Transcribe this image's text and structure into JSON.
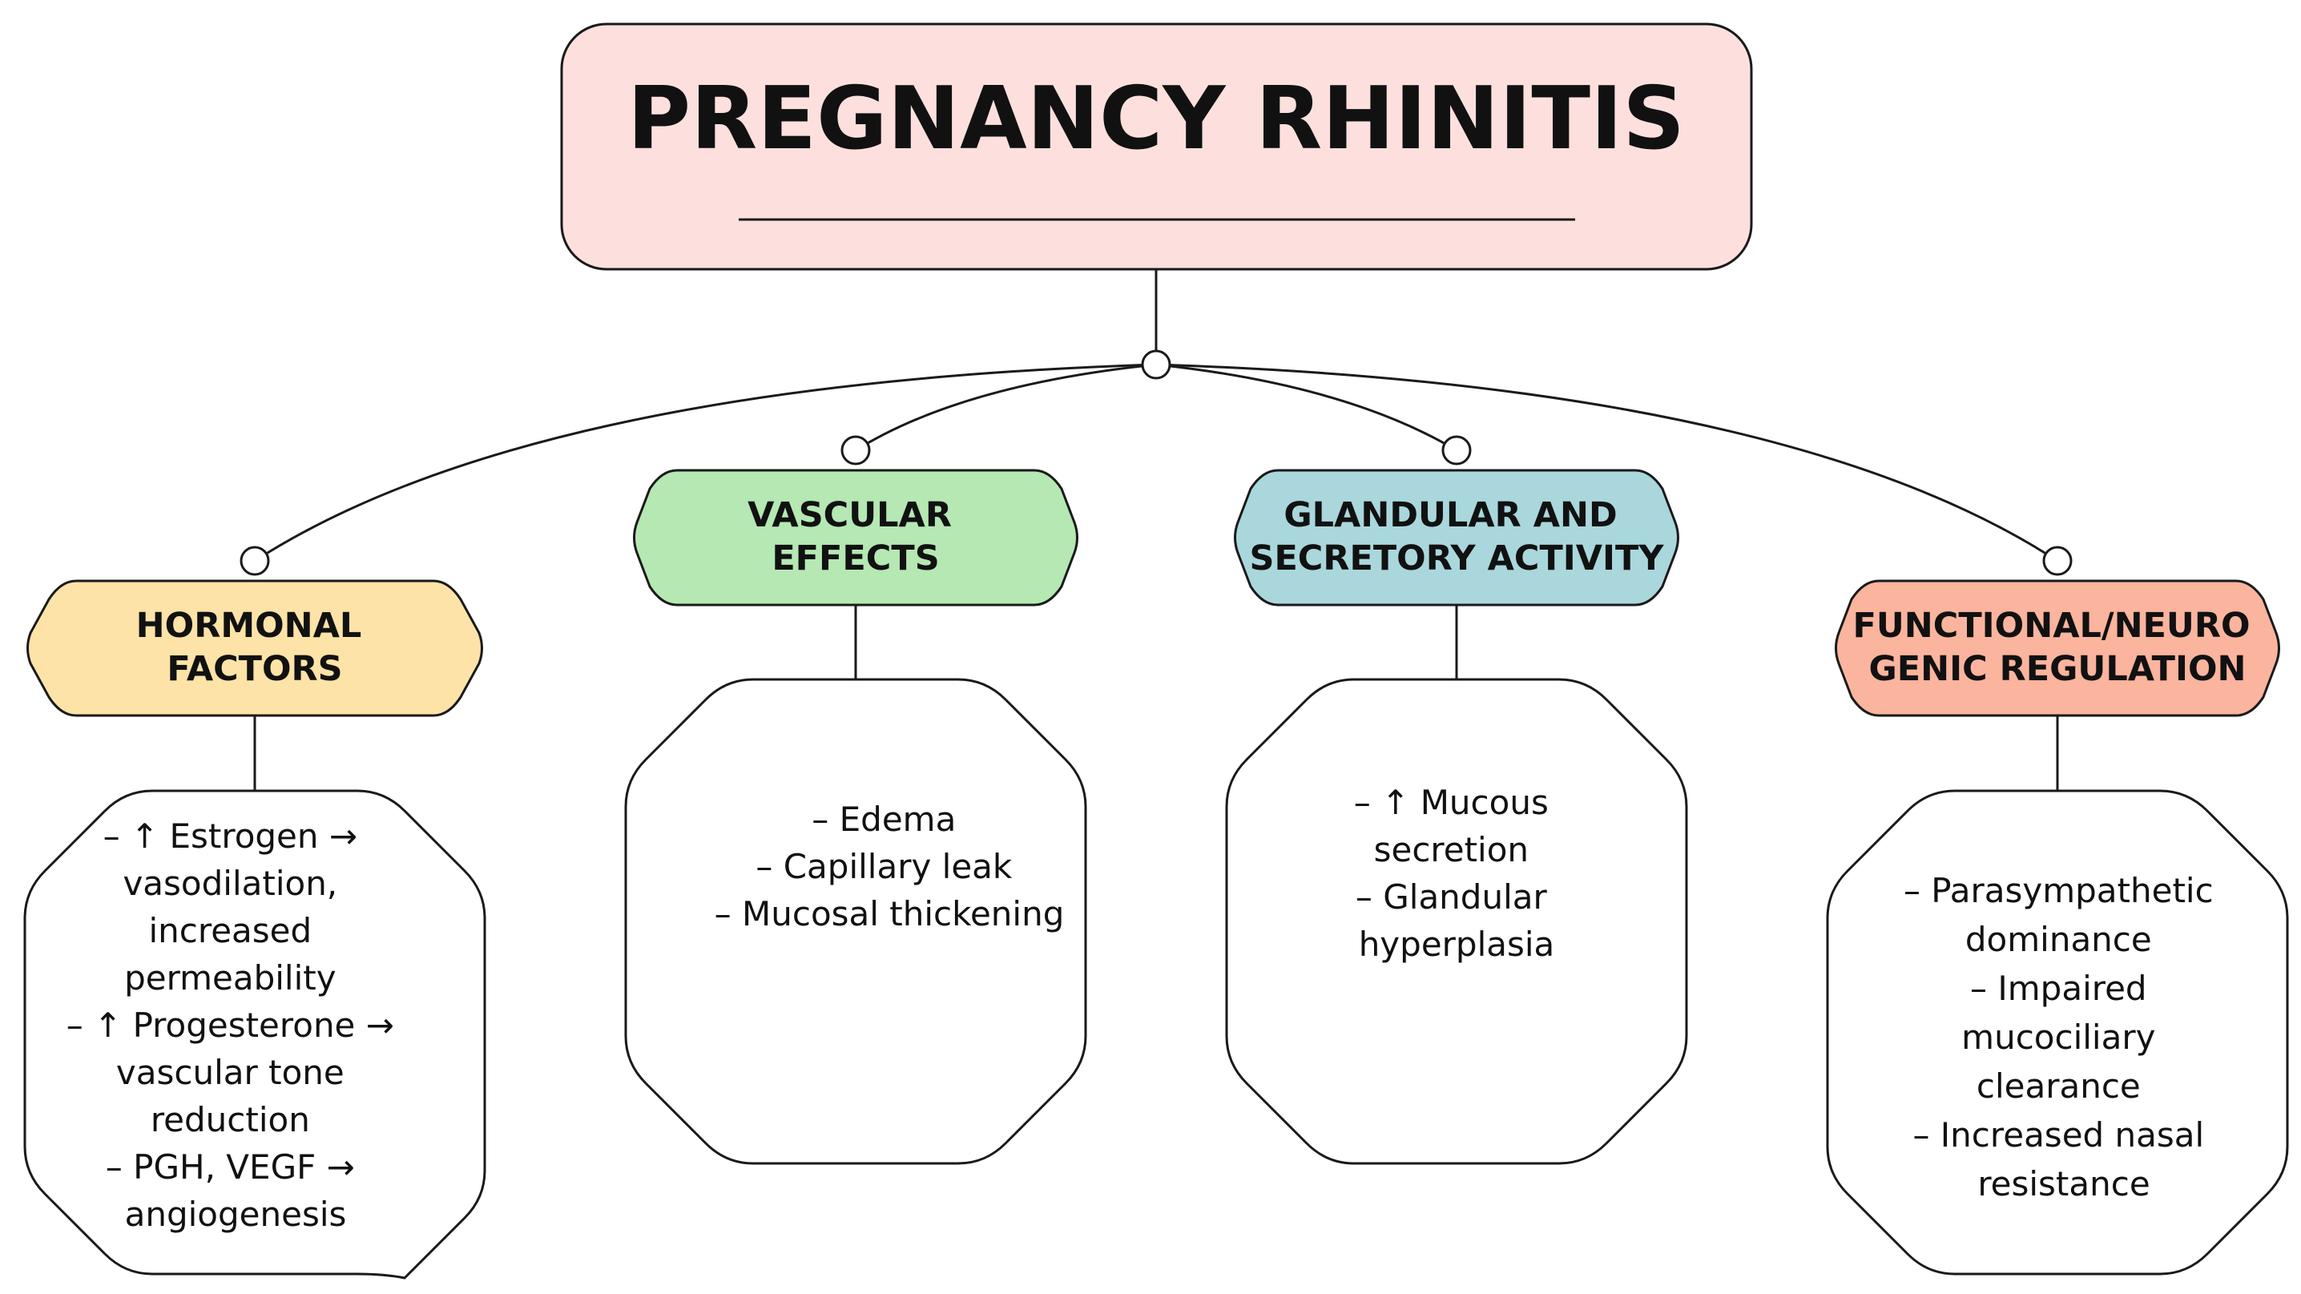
{
  "title": "PREGNANCY RHINITIS",
  "colors": {
    "title_fill": "#fde0de",
    "hormonal_fill": "#fde3a7",
    "vascular_fill": "#b5e8b3",
    "glandular_fill": "#a9d7dc",
    "functional_fill": "#fbb49e",
    "detail_fill": "#ffffff",
    "stroke": "#1a1a1a"
  },
  "categories": [
    {
      "id": "hormonal",
      "label_lines": [
        "HORMONAL",
        "FACTORS"
      ],
      "details": [
        "– ↑ Estrogen →",
        "vasodilation,",
        "increased",
        "permeability",
        "– ↑ Progesterone →",
        "vascular tone",
        "reduction",
        "– PGH, VEGF →",
        "angiogenesis"
      ]
    },
    {
      "id": "vascular",
      "label_lines": [
        "VASCULAR",
        "EFFECTS"
      ],
      "details": [
        "– Edema",
        "– Capillary leak",
        "– Mucosal thickening"
      ]
    },
    {
      "id": "glandular",
      "label_lines": [
        "GLANDULAR AND",
        "SECRETORY ACTIVITY"
      ],
      "details": [
        "– ↑ Mucous",
        "secretion",
        "– Glandular",
        "hyperplasia"
      ]
    },
    {
      "id": "functional",
      "label_lines": [
        "FUNCTIONAL/NEURO",
        "GENIC REGULATION"
      ],
      "details": [
        "– Parasympathetic",
        "dominance",
        "– Impaired",
        "mucociliary",
        "clearance",
        "– Increased nasal",
        "resistance"
      ]
    }
  ]
}
